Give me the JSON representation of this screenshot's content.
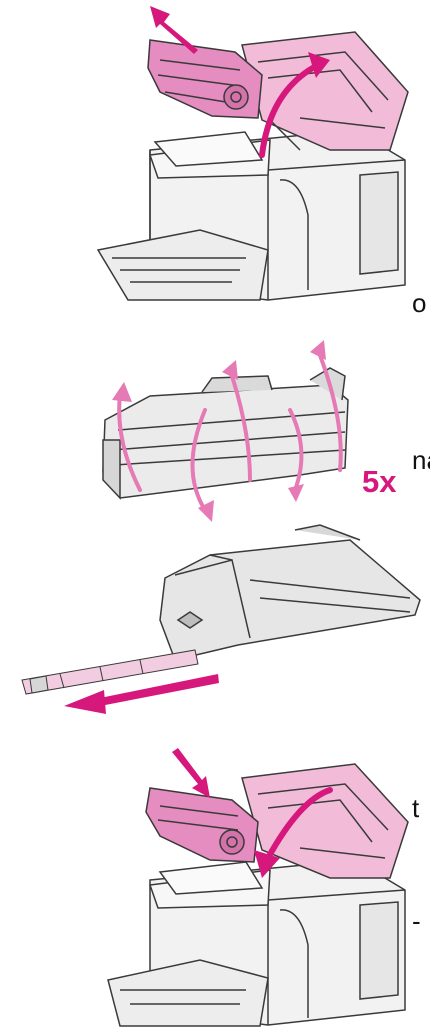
{
  "text_fragments": {
    "frag_1": "o",
    "frag_2": "na",
    "frag_3": "t",
    "frag_4": "-"
  },
  "label_5x": "5x",
  "colors": {
    "accent": "#d6187c",
    "cartridge_pink": "#e58cc0",
    "lid_pink": "#f2bcd9",
    "printer_gray": "#e6e6e6",
    "outline": "#3a3a3a"
  },
  "illustrations": [
    {
      "name": "step-remove-cartridge",
      "icon": "printer-open-lid-icon"
    },
    {
      "name": "step-shake-cartridge",
      "icon": "rotate-arrows-icon"
    },
    {
      "name": "step-remove-tape",
      "icon": "pull-tab-icon"
    },
    {
      "name": "step-insert-cartridge",
      "icon": "printer-close-lid-icon"
    }
  ]
}
